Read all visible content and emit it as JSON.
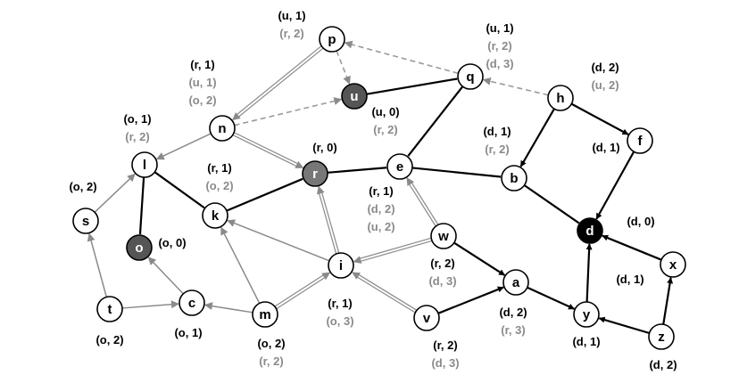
{
  "colors": {
    "primary": "#000000",
    "secondary": "#8a8a8a",
    "dashed": "#9a9a9a",
    "node_fill": "#ffffff",
    "filled_dark": "#555555",
    "filled_mid": "#777777",
    "filled_black": "#000000"
  },
  "nodes": [
    {
      "id": "p",
      "fill": "white"
    },
    {
      "id": "u",
      "fill": "dark"
    },
    {
      "id": "q",
      "fill": "white"
    },
    {
      "id": "h",
      "fill": "white"
    },
    {
      "id": "f",
      "fill": "white"
    },
    {
      "id": "n",
      "fill": "white"
    },
    {
      "id": "l",
      "fill": "white"
    },
    {
      "id": "r",
      "fill": "mid"
    },
    {
      "id": "e",
      "fill": "white"
    },
    {
      "id": "b",
      "fill": "white"
    },
    {
      "id": "d",
      "fill": "black"
    },
    {
      "id": "s",
      "fill": "white"
    },
    {
      "id": "k",
      "fill": "white"
    },
    {
      "id": "o",
      "fill": "dark"
    },
    {
      "id": "w",
      "fill": "white"
    },
    {
      "id": "i",
      "fill": "white"
    },
    {
      "id": "a",
      "fill": "white"
    },
    {
      "id": "x",
      "fill": "white"
    },
    {
      "id": "t",
      "fill": "white"
    },
    {
      "id": "c",
      "fill": "white"
    },
    {
      "id": "m",
      "fill": "white"
    },
    {
      "id": "v",
      "fill": "white"
    },
    {
      "id": "y",
      "fill": "white"
    },
    {
      "id": "z",
      "fill": "white"
    }
  ],
  "edges": [
    {
      "from": "q",
      "to": "p",
      "style": "dashed",
      "arrow": true
    },
    {
      "from": "p",
      "to": "u",
      "style": "dashed",
      "arrow": true
    },
    {
      "from": "h",
      "to": "q",
      "style": "dashed",
      "arrow": true
    },
    {
      "from": "n",
      "to": "u",
      "style": "dashed",
      "arrow": true
    },
    {
      "from": "u",
      "to": "q",
      "style": "solid",
      "arrow": false
    },
    {
      "from": "p",
      "to": "n",
      "style": "double",
      "arrow": true
    },
    {
      "from": "n",
      "to": "r",
      "style": "double",
      "arrow": true
    },
    {
      "from": "n",
      "to": "l",
      "style": "gray",
      "arrow": true
    },
    {
      "from": "q",
      "to": "e",
      "style": "solid",
      "arrow": false
    },
    {
      "from": "h",
      "to": "b",
      "style": "solid",
      "arrow": true
    },
    {
      "from": "h",
      "to": "f",
      "style": "solid",
      "arrow": true
    },
    {
      "from": "f",
      "to": "d",
      "style": "solid",
      "arrow": true
    },
    {
      "from": "r",
      "to": "e",
      "style": "solid",
      "arrow": false
    },
    {
      "from": "e",
      "to": "b",
      "style": "solid",
      "arrow": false
    },
    {
      "from": "b",
      "to": "d",
      "style": "solid",
      "arrow": false
    },
    {
      "from": "l",
      "to": "k",
      "style": "solid",
      "arrow": false
    },
    {
      "from": "l",
      "to": "o",
      "style": "solid",
      "arrow": false
    },
    {
      "from": "k",
      "to": "r",
      "style": "solid",
      "arrow": false
    },
    {
      "from": "s",
      "to": "l",
      "style": "gray",
      "arrow": true
    },
    {
      "from": "w",
      "to": "e",
      "style": "double",
      "arrow": true
    },
    {
      "from": "w",
      "to": "i",
      "style": "double",
      "arrow": true
    },
    {
      "from": "w",
      "to": "a",
      "style": "solid",
      "arrow": true
    },
    {
      "from": "i",
      "to": "r",
      "style": "double",
      "arrow": true
    },
    {
      "from": "i",
      "to": "k",
      "style": "gray",
      "arrow": true
    },
    {
      "from": "m",
      "to": "k",
      "style": "gray",
      "arrow": true
    },
    {
      "from": "m",
      "to": "i",
      "style": "double",
      "arrow": true
    },
    {
      "from": "m",
      "to": "c",
      "style": "gray",
      "arrow": true
    },
    {
      "from": "v",
      "to": "i",
      "style": "double",
      "arrow": true
    },
    {
      "from": "v",
      "to": "a",
      "style": "solid",
      "arrow": true
    },
    {
      "from": "a",
      "to": "y",
      "style": "solid",
      "arrow": true
    },
    {
      "from": "y",
      "to": "d",
      "style": "solid",
      "arrow": true
    },
    {
      "from": "x",
      "to": "d",
      "style": "solid",
      "arrow": true
    },
    {
      "from": "z",
      "to": "y",
      "style": "solid",
      "arrow": true
    },
    {
      "from": "z",
      "to": "x",
      "style": "solid",
      "arrow": true
    },
    {
      "from": "t",
      "to": "s",
      "style": "gray",
      "arrow": true
    },
    {
      "from": "t",
      "to": "c",
      "style": "gray",
      "arrow": true
    },
    {
      "from": "c",
      "to": "o",
      "style": "gray",
      "arrow": true
    }
  ],
  "annotations": [
    {
      "node": "p",
      "lines": [
        {
          "text": "(u, 1)",
          "tone": "dark"
        },
        {
          "text": "(r, 2)",
          "tone": "gray"
        }
      ]
    },
    {
      "node": "q",
      "lines": [
        {
          "text": "(u, 1)",
          "tone": "dark"
        },
        {
          "text": "(r, 2)",
          "tone": "gray"
        },
        {
          "text": "(d, 3)",
          "tone": "gray"
        }
      ]
    },
    {
      "node": "h",
      "lines": [
        {
          "text": "(d, 2)",
          "tone": "dark"
        },
        {
          "text": "(u, 2)",
          "tone": "gray"
        }
      ]
    },
    {
      "node": "n",
      "lines": [
        {
          "text": "(r, 1)",
          "tone": "dark"
        },
        {
          "text": "(u, 1)",
          "tone": "gray"
        },
        {
          "text": "(o, 2)",
          "tone": "gray"
        }
      ]
    },
    {
      "node": "u",
      "lines": [
        {
          "text": "(u, 0)",
          "tone": "dark"
        },
        {
          "text": "(r, 2)",
          "tone": "gray"
        }
      ]
    },
    {
      "node": "l",
      "lines": [
        {
          "text": "(o, 1)",
          "tone": "dark"
        },
        {
          "text": "(r, 2)",
          "tone": "gray"
        }
      ]
    },
    {
      "node": "r",
      "lines": [
        {
          "text": "(r, 0)",
          "tone": "dark"
        }
      ]
    },
    {
      "node": "b",
      "lines": [
        {
          "text": "(d, 1)",
          "tone": "dark"
        },
        {
          "text": "(r, 2)",
          "tone": "gray"
        }
      ]
    },
    {
      "node": "f",
      "lines": [
        {
          "text": "(d, 1)",
          "tone": "dark"
        }
      ]
    },
    {
      "node": "s",
      "lines": [
        {
          "text": "(o, 2)",
          "tone": "dark"
        }
      ]
    },
    {
      "node": "k",
      "lines": [
        {
          "text": "(r, 1)",
          "tone": "dark"
        },
        {
          "text": "(o, 2)",
          "tone": "gray"
        }
      ]
    },
    {
      "node": "e",
      "lines": [
        {
          "text": "(r, 1)",
          "tone": "dark"
        },
        {
          "text": "(d, 2)",
          "tone": "gray"
        },
        {
          "text": "(u, 2)",
          "tone": "gray"
        }
      ]
    },
    {
      "node": "o",
      "lines": [
        {
          "text": "(o, 0)",
          "tone": "dark"
        }
      ]
    },
    {
      "node": "d",
      "lines": [
        {
          "text": "(d, 0)",
          "tone": "dark"
        }
      ]
    },
    {
      "node": "w",
      "lines": [
        {
          "text": "(r, 2)",
          "tone": "dark"
        },
        {
          "text": "(d, 3)",
          "tone": "gray"
        }
      ]
    },
    {
      "node": "x",
      "lines": [
        {
          "text": "(d, 1)",
          "tone": "dark"
        }
      ]
    },
    {
      "node": "i",
      "lines": [
        {
          "text": "(r, 1)",
          "tone": "dark"
        },
        {
          "text": "(o, 3)",
          "tone": "gray"
        }
      ]
    },
    {
      "node": "a",
      "lines": [
        {
          "text": "(d, 2)",
          "tone": "dark"
        },
        {
          "text": "(r, 3)",
          "tone": "gray"
        }
      ]
    },
    {
      "node": "t",
      "lines": [
        {
          "text": "(o, 2)",
          "tone": "dark"
        }
      ]
    },
    {
      "node": "c",
      "lines": [
        {
          "text": "(o, 1)",
          "tone": "dark"
        }
      ]
    },
    {
      "node": "m",
      "lines": [
        {
          "text": "(o, 2)",
          "tone": "dark"
        },
        {
          "text": "(r, 2)",
          "tone": "gray"
        }
      ]
    },
    {
      "node": "v",
      "lines": [
        {
          "text": "(r, 2)",
          "tone": "dark"
        },
        {
          "text": "(d, 3)",
          "tone": "gray"
        }
      ]
    },
    {
      "node": "y",
      "lines": [
        {
          "text": "(d, 1)",
          "tone": "dark"
        }
      ]
    },
    {
      "node": "z",
      "lines": [
        {
          "text": "(d, 2)",
          "tone": "dark"
        }
      ]
    }
  ]
}
